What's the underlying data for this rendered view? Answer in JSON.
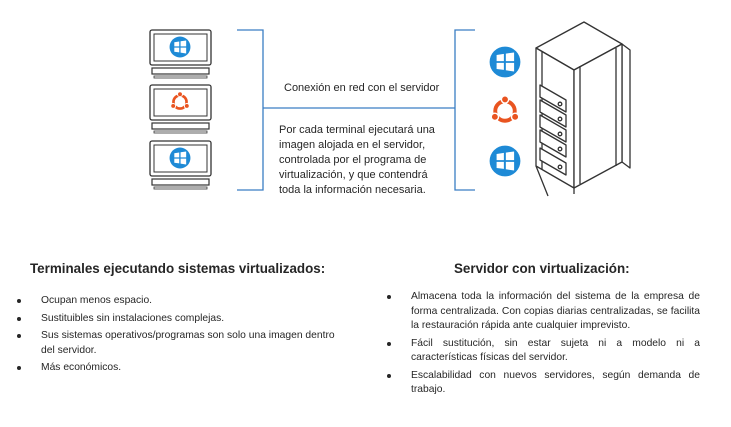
{
  "diagram": {
    "connection_label": "Conexión en red con el servidor",
    "description_lines": [
      "Por cada terminal ejecutará una",
      "imagen alojada en el servidor,",
      "controlada por el programa de",
      "virtualización, y que contendrá",
      "toda la información necesaria."
    ],
    "terminal_os_icons": [
      "windows-icon",
      "ubuntu-icon",
      "windows-icon"
    ],
    "server_os_icons": [
      "windows-icon",
      "ubuntu-icon",
      "windows-icon"
    ],
    "colors": {
      "windows": "#1e8ad6",
      "ubuntu": "#e95420",
      "connector_line": "#3a7ec4",
      "outline": "#333333"
    }
  },
  "left_section": {
    "heading": "Terminales ejecutando sistemas virtualizados:",
    "items": [
      "Ocupan menos espacio.",
      "Sustituibles sin instalaciones complejas.",
      "Sus sistemas operativos/programas son solo una imagen dentro del servidor.",
      "Más económicos."
    ]
  },
  "right_section": {
    "heading": "Servidor con virtualización:",
    "items": [
      "Almacena toda la información del sistema de la empresa de forma centralizada. Con copias diarias centralizadas, se facilita la restauración rápida ante cualquier imprevisto.",
      "Fácil sustitución, sin estar sujeta ni a modelo ni a características físicas del servidor.",
      "Escalabilidad con nuevos servidores, según demanda de trabajo."
    ]
  }
}
